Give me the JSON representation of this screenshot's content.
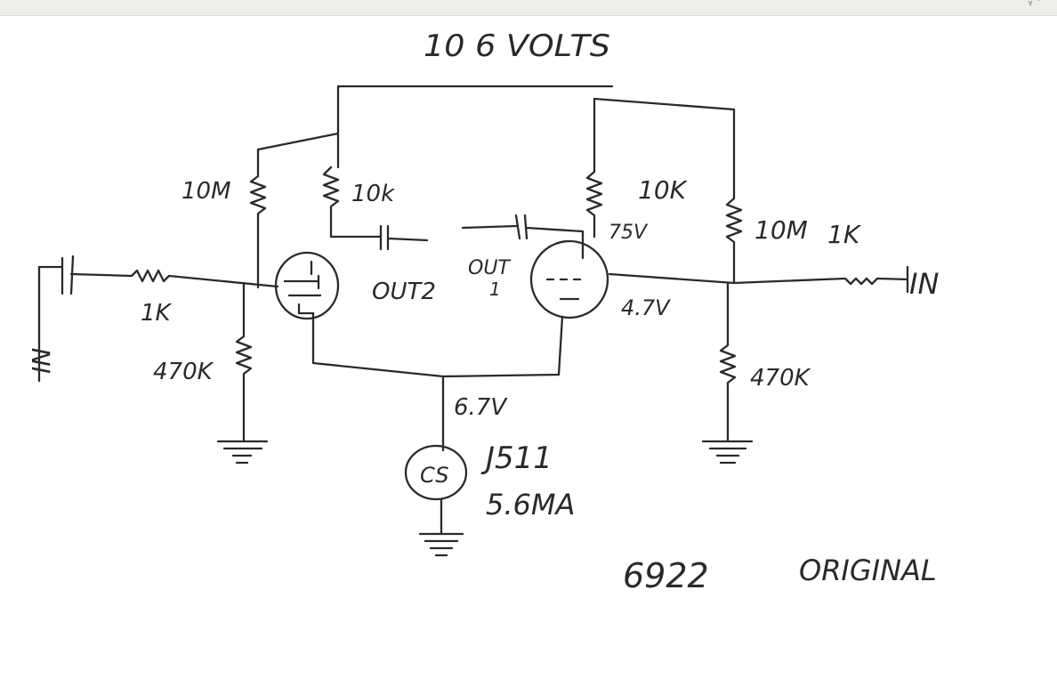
{
  "window": {
    "corner_glyph": "ᵧ ᵒ"
  },
  "schematic": {
    "supply_label": "10 6 VOLTS",
    "labels": {
      "r_grid_left": "10M",
      "r_plate_left": "10k",
      "r_plate_right": "10K",
      "r_grid_right": "10M",
      "r_input_right": "1K",
      "r_input_left": "1K",
      "r_gridleak_left": "470K",
      "r_gridleak_right": "470K",
      "plate_voltage": "75V",
      "grid_voltage": "4.7V",
      "cathode_voltage": "6.7V",
      "out2": "OUT2",
      "out1_top": "OUT",
      "out1_bottom": "1",
      "input_right": "IN",
      "input_left": "IN",
      "current_source": "CS",
      "jfet": "J511",
      "current": "5.6MA",
      "tube": "6922",
      "title_note": "ORIGINAL"
    }
  }
}
